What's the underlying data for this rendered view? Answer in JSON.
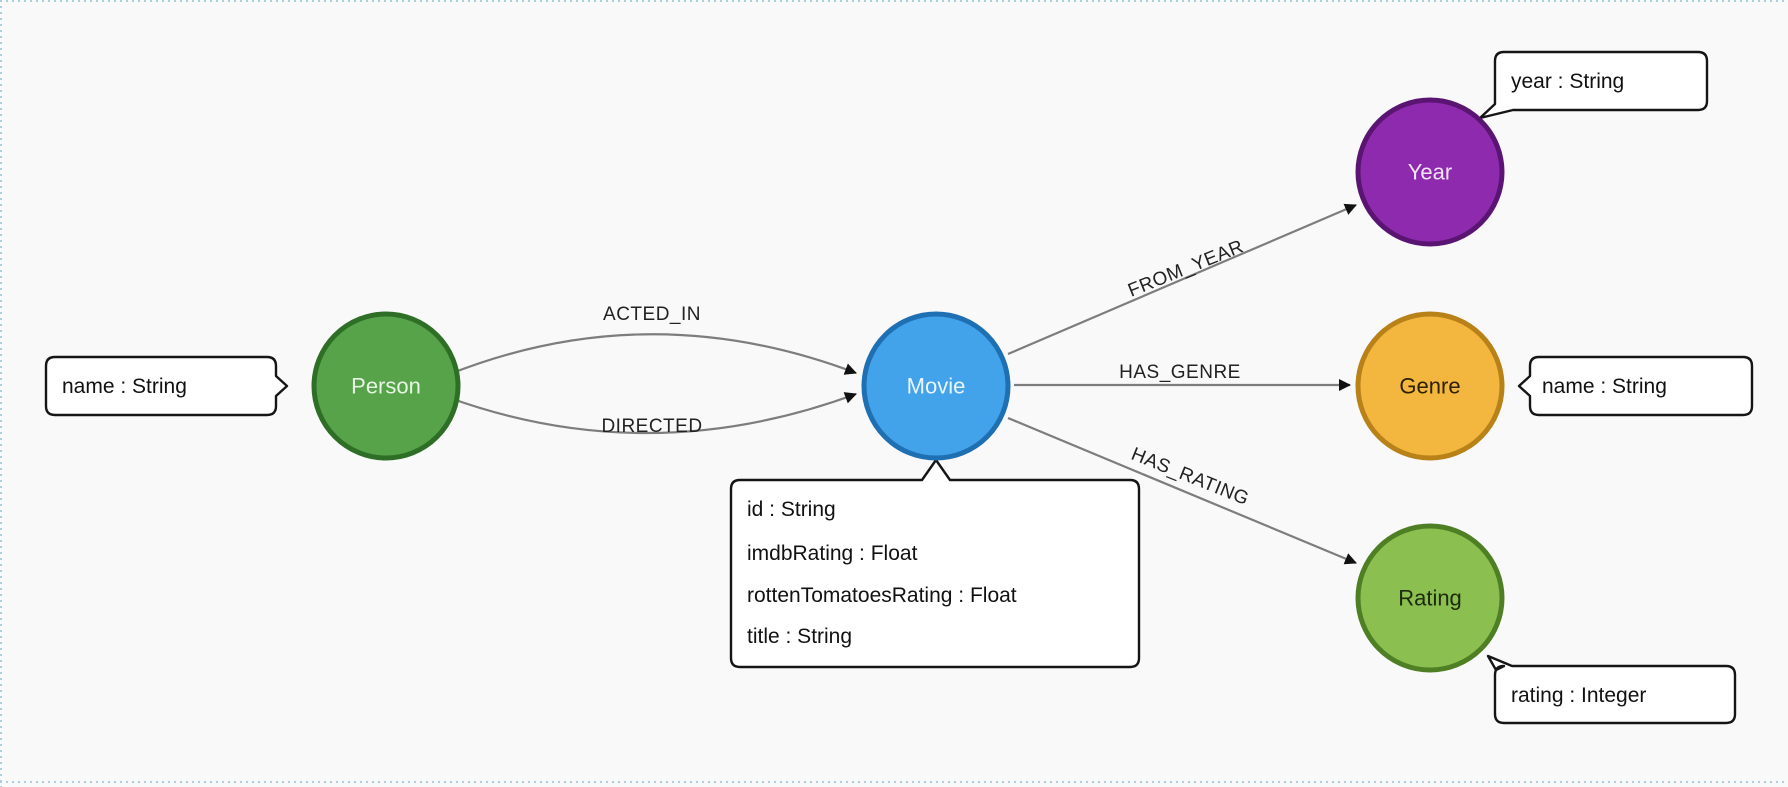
{
  "colors": {
    "person": {
      "fill": "#57a34a",
      "stroke": "#2f6e26",
      "label": "#e8f5e4"
    },
    "movie": {
      "fill": "#42a2ea",
      "stroke": "#1f6fb3",
      "label": "#eaf5ff"
    },
    "year": {
      "fill": "#8e2aae",
      "stroke": "#5a1572",
      "label": "#f3e4f8"
    },
    "genre": {
      "fill": "#f3b63e",
      "stroke": "#b88218",
      "label": "#2b2100"
    },
    "rating": {
      "fill": "#8bbf4f",
      "stroke": "#4f7f24",
      "label": "#1d2b0c"
    },
    "edge": "#7d7d7d",
    "background": "#f9f9f9"
  },
  "nodes": {
    "person": "Person",
    "movie": "Movie",
    "year": "Year",
    "genre": "Genre",
    "rating": "Rating"
  },
  "relationships": {
    "acted_in": "ACTED_IN",
    "directed": "DIRECTED",
    "from_year": "FROM_YEAR",
    "has_genre": "HAS_GENRE",
    "has_rating": "HAS_RATING"
  },
  "properties": {
    "person": [
      "name : String"
    ],
    "movie": [
      "id : String",
      "imdbRating : Float",
      "rottenTomatoesRating : Float",
      "title : String"
    ],
    "year": [
      "year : String"
    ],
    "genre": [
      "name : String"
    ],
    "rating": [
      "rating : Integer"
    ]
  }
}
